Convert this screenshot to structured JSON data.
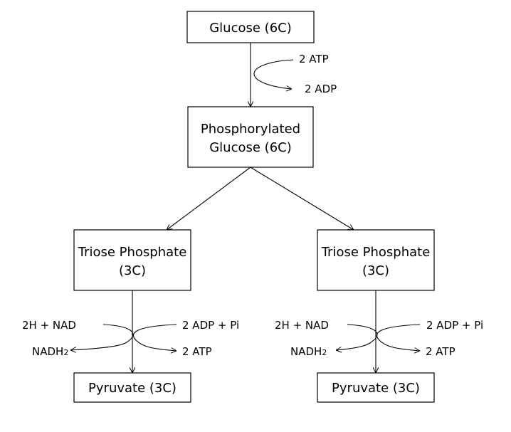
{
  "nodes": {
    "glucose": "Glucose (6C)",
    "phosphorylated_line1": "Phosphorylated",
    "phosphorylated_line2": "Glucose (6C)",
    "triose_left_line1": "Triose Phosphate",
    "triose_left_line2": "(3C)",
    "triose_right_line1": "Triose Phosphate",
    "triose_right_line2": "(3C)",
    "pyruvate_left": "Pyruvate (3C)",
    "pyruvate_right": "Pyruvate (3C)"
  },
  "labels": {
    "atp_in": "2 ATP",
    "adp_out": "2 ADP",
    "left": {
      "h_nad": "2H + NAD",
      "nadh": "NADH",
      "nadh_sub": "2",
      "adp_pi": "2 ADP + Pi",
      "atp_out": "2 ATP"
    },
    "right": {
      "h_nad": "2H + NAD",
      "nadh": "NADH",
      "nadh_sub": "2",
      "adp_pi": "2 ADP + Pi",
      "atp_out": "2 ATP"
    }
  }
}
